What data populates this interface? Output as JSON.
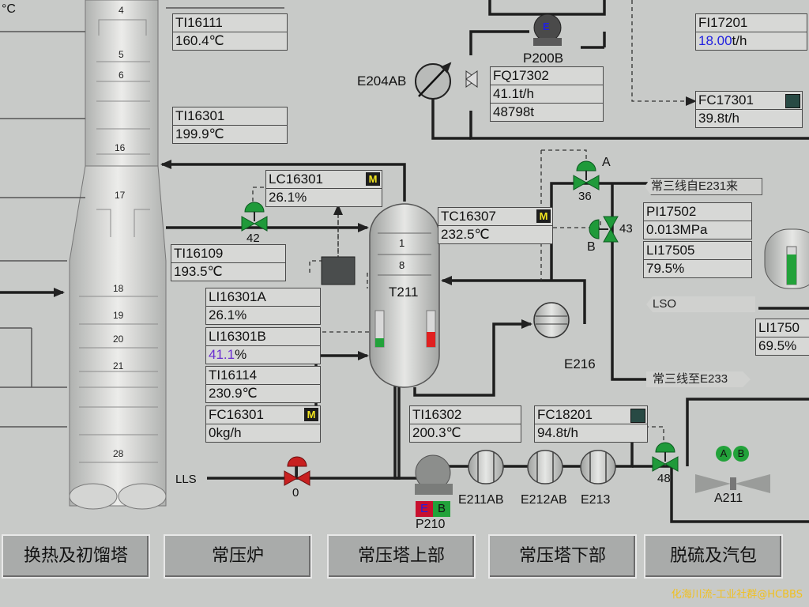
{
  "header_partial": {
    "top_left_unit": "°C"
  },
  "tags": {
    "TI16111": {
      "tag": "TI16111",
      "value": "160.4℃"
    },
    "TI16301": {
      "tag": "TI16301",
      "value": "199.9℃"
    },
    "LC16301": {
      "tag": "LC16301",
      "value": "26.1%",
      "mode": "M"
    },
    "TI16109": {
      "tag": "TI16109",
      "value": "193.5℃"
    },
    "LI16301A": {
      "tag": "LI16301A",
      "value": "26.1%"
    },
    "LI16301B": {
      "tag": "LI16301B",
      "value_prefix": "41.1",
      "value_suffix": "%"
    },
    "TI16114": {
      "tag": "TI16114",
      "value": "230.9℃"
    },
    "FC16301": {
      "tag": "FC16301",
      "value": "0kg/h",
      "mode": "M"
    },
    "TC16307": {
      "tag": "TC16307",
      "value": "232.5℃",
      "mode": "M"
    },
    "FQ17302": {
      "tag": "FQ17302",
      "value": "41.1t/h",
      "total": "48798t"
    },
    "FI17201": {
      "tag": "FI17201",
      "value_prefix": "18.00",
      "value_suffix": "t/h"
    },
    "FC17301": {
      "tag": "FC17301",
      "value": "39.8t/h"
    },
    "PI17502": {
      "tag": "PI17502",
      "value": "0.013MPa"
    },
    "LI17505": {
      "tag": "LI17505",
      "value": "79.5%"
    },
    "LI17504": {
      "tag": "LI1750",
      "value": "69.5%"
    },
    "TI16302": {
      "tag": "TI16302",
      "value": "200.3℃"
    },
    "FC18201": {
      "tag": "FC18201",
      "value": "94.8t/h"
    }
  },
  "equipment": {
    "T211": "T211",
    "T211_tray1": "1",
    "T211_tray8": "8",
    "E204AB": "E204AB",
    "P200B": "P200B",
    "P200B_badge": "E",
    "E216": "E216",
    "P210": "P210",
    "P210_badge_e": "E",
    "P210_badge_b": "B",
    "E211AB": "E211AB",
    "E212AB": "E212AB",
    "E213": "E213",
    "A211": "A211",
    "A211_badge_a": "A",
    "A211_badge_b": "B"
  },
  "valves": {
    "v42": "42",
    "v0": "0",
    "v36": "36",
    "v43": "43",
    "v48": "48",
    "label_A": "A",
    "label_B": "B"
  },
  "stream_labels": {
    "lls": "LLS",
    "from_e231": "常三线自E231来",
    "lso": "LSO",
    "to_e233": "常三线至E233"
  },
  "tower_trays": [
    "4",
    "5",
    "6",
    "16",
    "17",
    "18",
    "19",
    "20",
    "21",
    "28"
  ],
  "nav_buttons": [
    "换热及初馏塔",
    "常压炉",
    "常压塔上部",
    "常压塔下部",
    "脱硫及汽包"
  ],
  "watermark": "化海川流-工业社群@HCBBS",
  "colors": {
    "background": "#c8cac8",
    "valve_green": "#1f9a3a",
    "valve_red": "#c82020",
    "mode_badge_yellow": "#f2e520",
    "level_green": "#22a23a",
    "level_red": "#e02020",
    "highlight_purple": "#6b2fd0",
    "highlight_blue": "#2020e0"
  }
}
